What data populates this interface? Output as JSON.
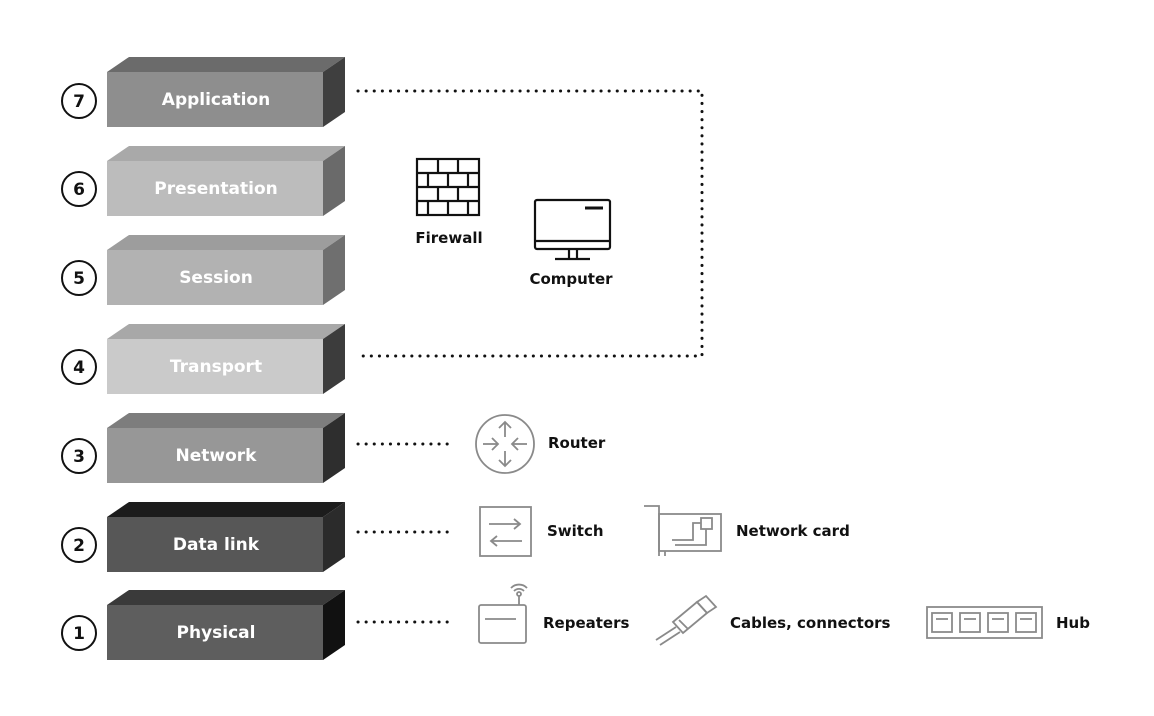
{
  "layers": [
    {
      "number": "7",
      "name": "Application",
      "front": "#8e8e8e",
      "top": "#6b6b6b",
      "side": "#3f3f3f"
    },
    {
      "number": "6",
      "name": "Presentation",
      "front": "#bcbcbc",
      "top": "#a9a9a9",
      "side": "#6a6a6a"
    },
    {
      "number": "5",
      "name": "Session",
      "front": "#b2b2b2",
      "top": "#9d9d9d",
      "side": "#6f6f6f"
    },
    {
      "number": "4",
      "name": "Transport",
      "front": "#cacaca",
      "top": "#a8a8a8",
      "side": "#3c3c3c"
    },
    {
      "number": "3",
      "name": "Network",
      "front": "#979797",
      "top": "#7d7d7d",
      "side": "#2e2e2e"
    },
    {
      "number": "2",
      "name": "Data link",
      "front": "#575757",
      "top": "#1c1c1c",
      "side": "#2b2b2b"
    },
    {
      "number": "1",
      "name": "Physical",
      "front": "#5e5e5e",
      "top": "#3a3a3a",
      "side": "#111111"
    }
  ],
  "devices": {
    "firewall": "Firewall",
    "computer": "Computer",
    "router": "Router",
    "switch": "Switch",
    "network_card": "Network card",
    "repeaters": "Repeaters",
    "cables": "Cables, connectors",
    "hub": "Hub"
  }
}
